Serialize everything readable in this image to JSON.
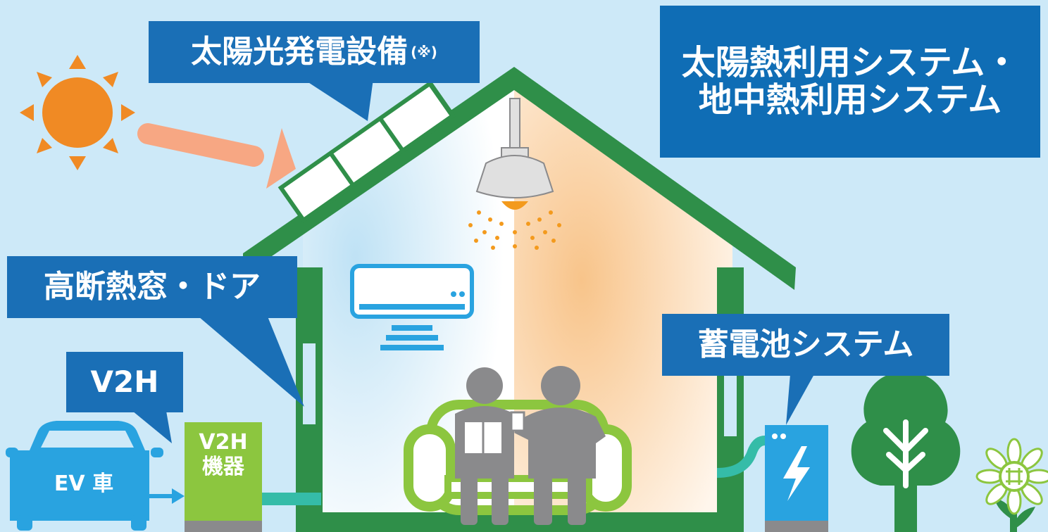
{
  "labels": {
    "solar_power": "太陽光発電設備",
    "solar_power_note": "(※)",
    "heat_system_line1": "太陽熱利用システム・",
    "heat_system_line2": "地中熱利用システム",
    "insulated_window": "高断熱窓・ドア",
    "battery_system": "蓄電池システム",
    "v2h": "V2H",
    "ev_car": "EV 車",
    "v2h_device_line1": "V2H",
    "v2h_device_line2": "機器"
  },
  "colors": {
    "sky": "#cde9f8",
    "label_blue": "#1a6fb6",
    "house_green": "#2f8f49",
    "leaf_green": "#8cc63f",
    "sun_orange": "#f08a24",
    "ev_blue": "#29a3e0",
    "person_gray": "#8a8a8c"
  }
}
